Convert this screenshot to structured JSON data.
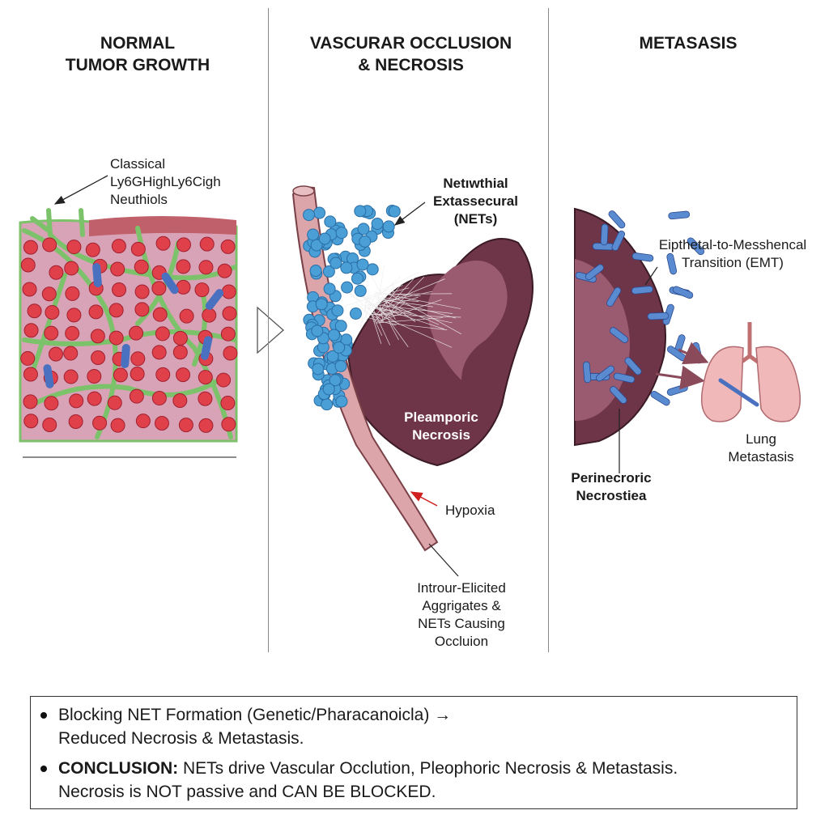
{
  "panels": [
    {
      "title_line1": "NORMAL",
      "title_line2": "TUMOR GROWTH",
      "labels": {
        "neutrophils_1": "Classical",
        "neutrophils_2": "Ly6GHighLy6Cigh",
        "neutrophils_3": "Neuthiols"
      }
    },
    {
      "title_line1": "VASCURAR OCCLUSION",
      "title_line2": "& NECROSIS",
      "labels": {
        "nets_1": "Netıwthial",
        "nets_2": "Extassecural",
        "nets_3": "(NETs)",
        "necrosis_1": "Pleamporic",
        "necrosis_2": "Necrosis",
        "hypoxia": "Hypoxia",
        "aggregates_1": "Introur-Elicited",
        "aggregates_2": "Aggrigates &",
        "aggregates_3": "NETs Causing",
        "aggregates_4": "Occluion"
      }
    },
    {
      "title_line1": "METASASIS",
      "labels": {
        "emt_1": "Eipthetal-to-Messhencal",
        "emt_2": "Transition (EMT)",
        "lung_1": "Lung",
        "lung_2": "Metastasis",
        "perinecrotic_1": "Perinecroric",
        "perinecrotic_2": "Necrostiea"
      }
    }
  ],
  "summary": {
    "bullet1_line1": "Blocking NET Formation (Genetic/Pharacanoicla) →",
    "bullet1_line2": "Reduced Necrosis & Metastasis.",
    "bullet2_bold": "CONCLUSION:",
    "bullet2_line1": " NETs drive Vascular Occlution, Pleophoric Necrosis & Metastasis.",
    "bullet2_line2": "Necrosis is NOT passive and CAN BE BLOCKED."
  },
  "colors": {
    "vessel_green": "#7cc26a",
    "rbc_red": "#e0404a",
    "tissue_pink": "#d9a0b0",
    "net_blue": "#4a9fd6",
    "necrosis_maroon": "#6e3448",
    "neutrophil_blue": "#4a70c0"
  }
}
